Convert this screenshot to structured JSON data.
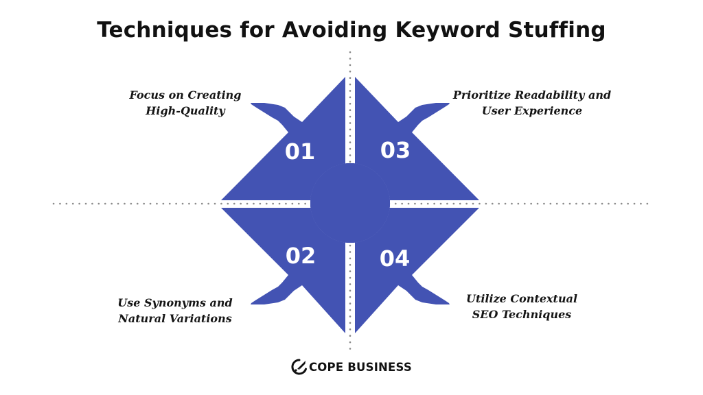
{
  "title": "Techniques for Avoiding Keyword Stuffing",
  "colors": {
    "shape_fill": "#4353B3",
    "text": "#111111",
    "divider_dots": "#8a8a8a"
  },
  "steps": [
    {
      "number": "01",
      "lines": [
        "Focus on Creating",
        "High-Quality"
      ]
    },
    {
      "number": "02",
      "lines": [
        "Use Synonyms and",
        "Natural Variations"
      ]
    },
    {
      "number": "03",
      "lines": [
        "Prioritize Readability and",
        "User Experience"
      ]
    },
    {
      "number": "04",
      "lines": [
        "Utilize Contextual",
        "SEO Techniques"
      ]
    }
  ],
  "brand": {
    "name": "COPE BUSINESS",
    "icon": "rocket-c-logo-icon"
  }
}
